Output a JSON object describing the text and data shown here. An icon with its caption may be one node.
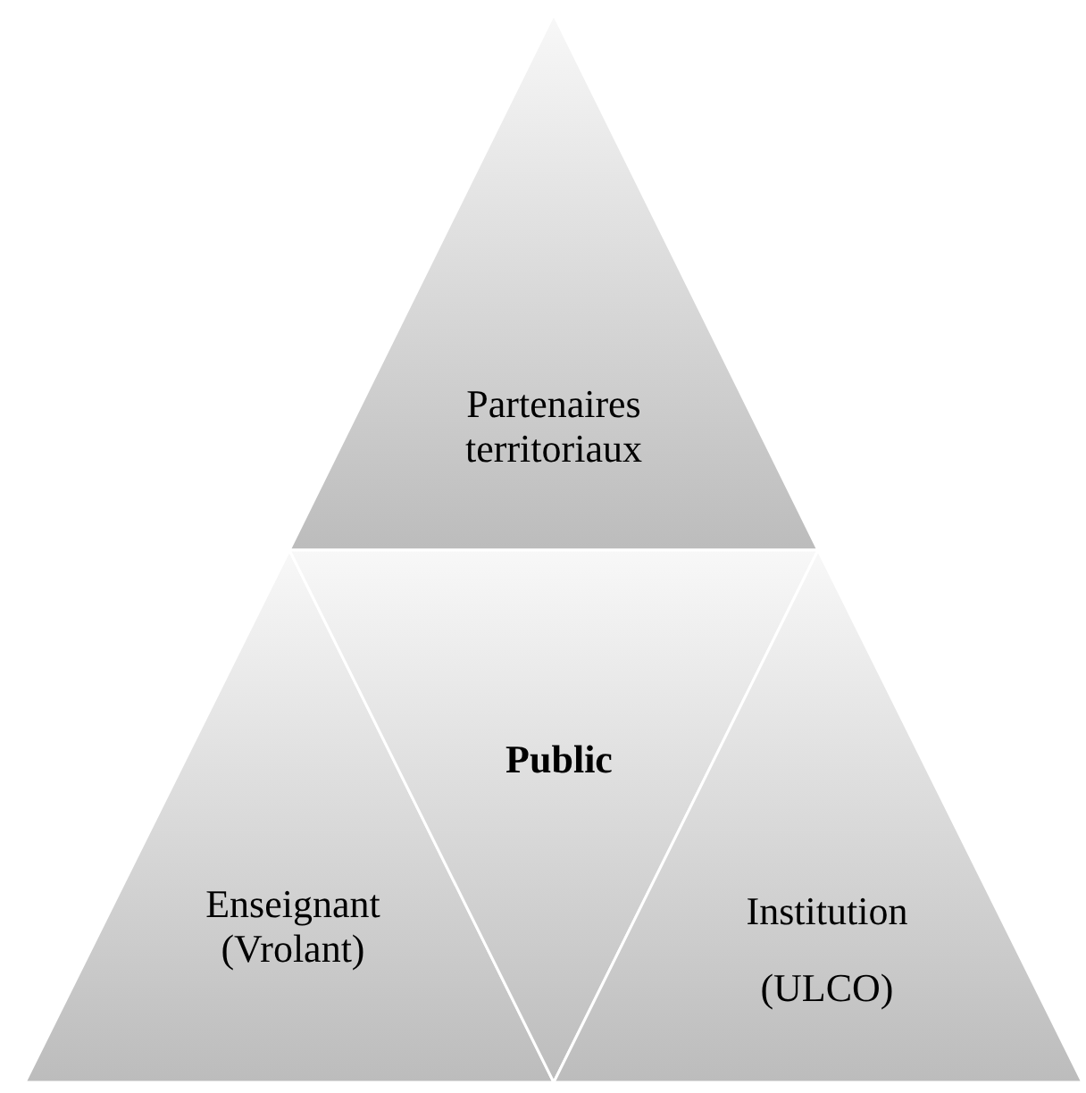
{
  "diagram": {
    "nodes": [
      {
        "text": [
          "Partenaires territoriaux"
        ]
      },
      {
        "text": [
          "Enseignant (Vrolant)"
        ]
      },
      {
        "text": [
          "Public"
        ]
      },
      {
        "text": [
          "Institution",
          "(ULCO)"
        ]
      }
    ]
  }
}
